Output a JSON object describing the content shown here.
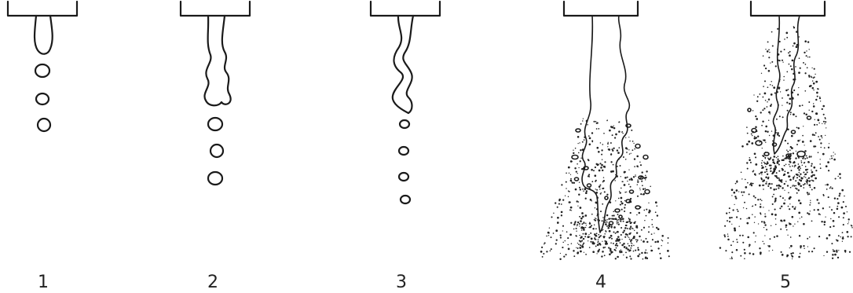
{
  "diagram": {
    "panels": [
      {
        "label": "1"
      },
      {
        "label": "2"
      },
      {
        "label": "3"
      },
      {
        "label": "4"
      },
      {
        "label": "5"
      }
    ]
  }
}
